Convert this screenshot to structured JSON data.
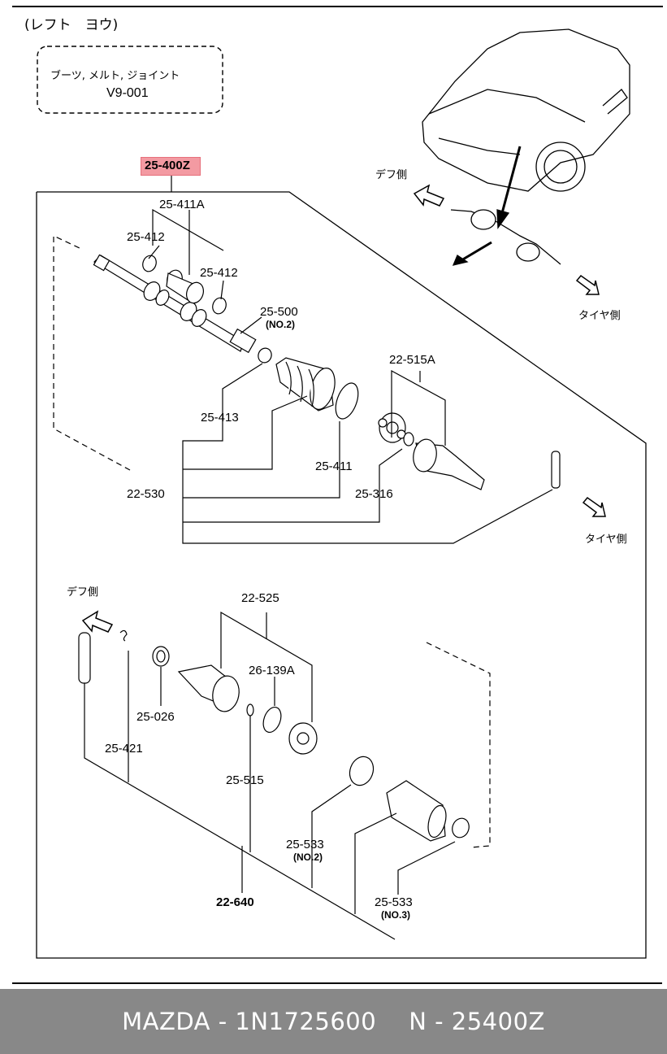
{
  "header": {
    "title": "(レフト　ヨウ)"
  },
  "note_box": {
    "line1": "ブーツ, メルト, ジョイント",
    "line2": "V9-001"
  },
  "highlight_part": "25-400Z",
  "parts": {
    "p25_411A": "25-411A",
    "p25_412_left": "25-412",
    "p25_412_right": "25-412",
    "p25_500": "25-500",
    "p25_500_sub": "(NO.2)",
    "p22_515A": "22-515A",
    "p25_413": "25-413",
    "p25_411": "25-411",
    "p22_530": "22-530",
    "p25_316": "25-316",
    "p22_525": "22-525",
    "p26_139A": "26-139A",
    "p25_026": "25-026",
    "p25_421": "25-421",
    "p25_515": "25-515",
    "p25_533_a": "25-533",
    "p25_533_a_sub": "(NO.2)",
    "p22_640": "22-640",
    "p25_533_b": "25-533",
    "p25_533_b_sub": "(NO.3)"
  },
  "directions": {
    "diff_top": "デフ側",
    "tire_top": "タイヤ側",
    "tire_mid": "タイヤ側",
    "diff_bottom": "デフ側"
  },
  "footer": {
    "brand_part": "MAZDA - 1N1725600",
    "ref": "N - 25400Z"
  }
}
